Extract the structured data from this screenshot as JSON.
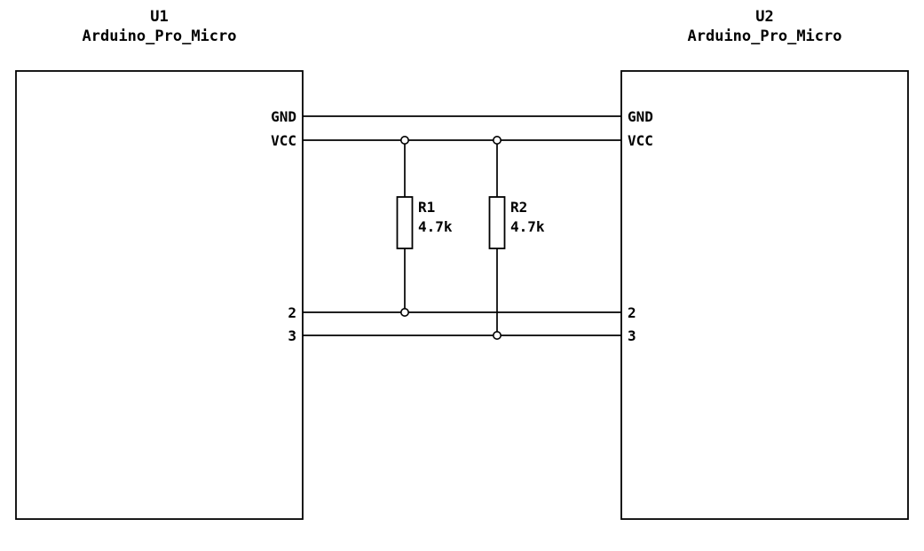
{
  "diagram": {
    "background": "#ffffff",
    "stroke": "#000000",
    "u1": {
      "ref": "U1",
      "value": "Arduino_Pro_Micro",
      "pins": {
        "gnd": "GND",
        "vcc": "VCC",
        "p2": "2",
        "p3": "3"
      }
    },
    "u2": {
      "ref": "U2",
      "value": "Arduino_Pro_Micro",
      "pins": {
        "gnd": "GND",
        "vcc": "VCC",
        "p2": "2",
        "p3": "3"
      }
    },
    "r1": {
      "ref": "R1",
      "value": "4.7k"
    },
    "r2": {
      "ref": "R2",
      "value": "4.7k"
    }
  }
}
